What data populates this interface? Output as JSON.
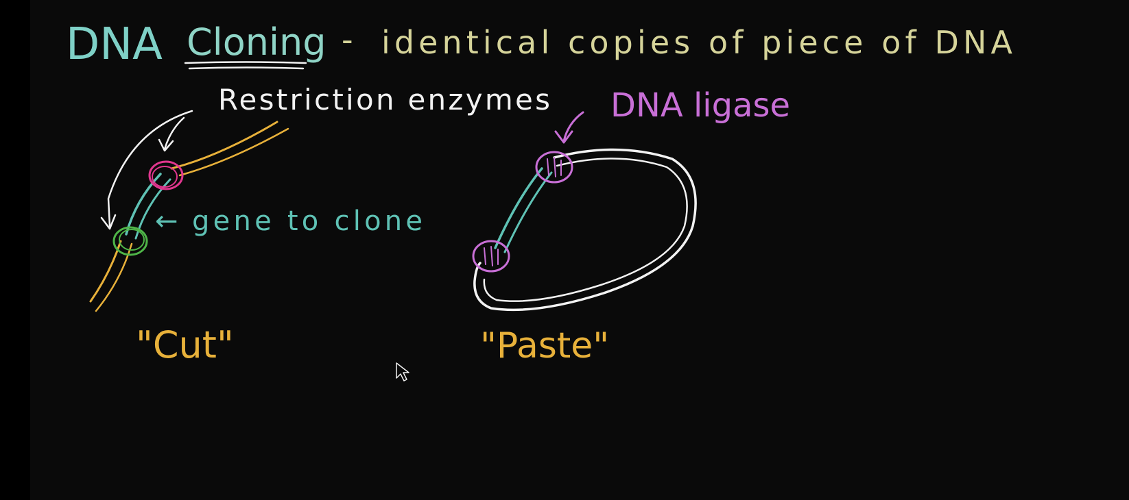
{
  "title": {
    "prefix": "DNA",
    "keyword": "Cloning",
    "dash": "-",
    "definition": "identical copies of piece of DNA"
  },
  "labels": {
    "restriction_enzymes": "Restriction enzymes",
    "dna_ligase": "DNA ligase",
    "gene_to_clone": "gene to clone",
    "gene_arrow": "←",
    "cut": "\"Cut\"",
    "paste": "\"Paste\""
  },
  "colors": {
    "background": "#0a0a0a",
    "title_dna": "#7fd1c7",
    "keyword": "#8fd4c6",
    "definition": "#d6d49a",
    "white": "#f2f2f2",
    "ligase": "#c86fd6",
    "gene": "#5fc2b5",
    "dna_strand": "#e8b13a",
    "enzyme_site_pink": "#e0368e",
    "enzyme_site_green": "#4fb548"
  },
  "icons": {
    "cursor": "mouse-pointer-icon"
  }
}
